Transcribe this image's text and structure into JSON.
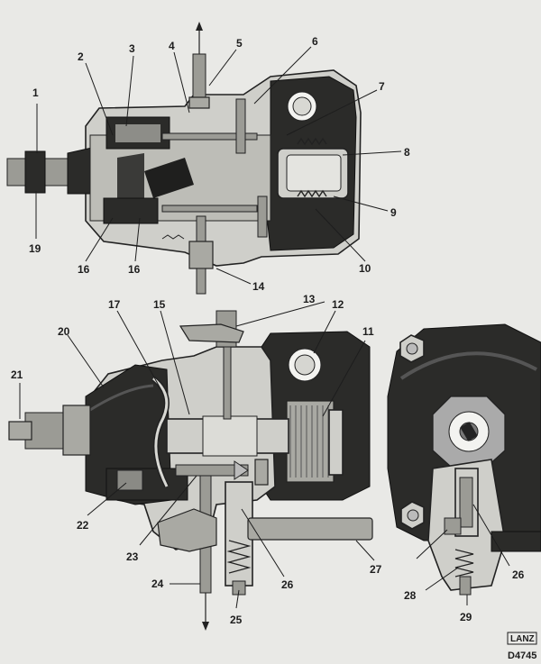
{
  "labels": {
    "l1": "1",
    "l2": "2",
    "l3": "3",
    "l4": "4",
    "l5": "5",
    "l6": "6",
    "l7": "7",
    "l8": "8",
    "l9": "9",
    "l10": "10",
    "l11": "11",
    "l12": "12",
    "l13": "13",
    "l14": "14",
    "l15": "15",
    "l16a": "16",
    "l16b": "16",
    "l17": "17",
    "l19": "19",
    "l20": "20",
    "l21": "21",
    "l22": "22",
    "l23": "23",
    "l24": "24",
    "l25": "25",
    "l26a": "26",
    "l26b": "26",
    "l27": "27",
    "l28": "28",
    "l29": "29"
  },
  "stamp": {
    "brand": "LANZ",
    "code": "D4745"
  },
  "colors": {
    "paper": "#e9e9e6",
    "ink": "#1d1d1d",
    "casting_dark": "#2b2b29",
    "metal_light": "#cfcfca"
  }
}
